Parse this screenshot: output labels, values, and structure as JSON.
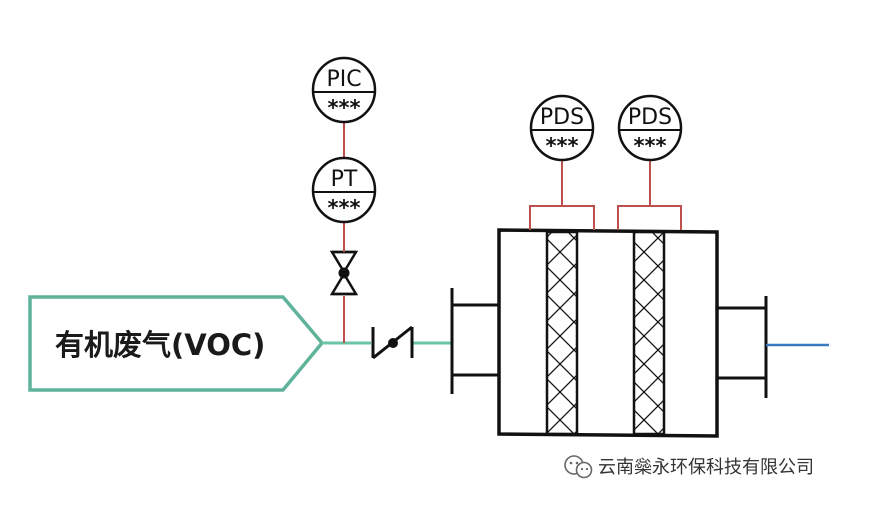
{
  "source_label": "有机废气(VOC)",
  "instruments": [
    {
      "tag": "PIC",
      "value": "***"
    },
    {
      "tag": "PT",
      "value": "***"
    },
    {
      "tag": "PDS",
      "value": "***"
    },
    {
      "tag": "PDS",
      "value": "***"
    }
  ],
  "watermark": "云南橤永环保科技有限公司",
  "colors": {
    "source_outline": "#5fb39a",
    "process_line": "#6cc4a8",
    "signal_line": "#c0504d",
    "outlet_line": "#3a7bbf",
    "equipment": "#111111"
  }
}
